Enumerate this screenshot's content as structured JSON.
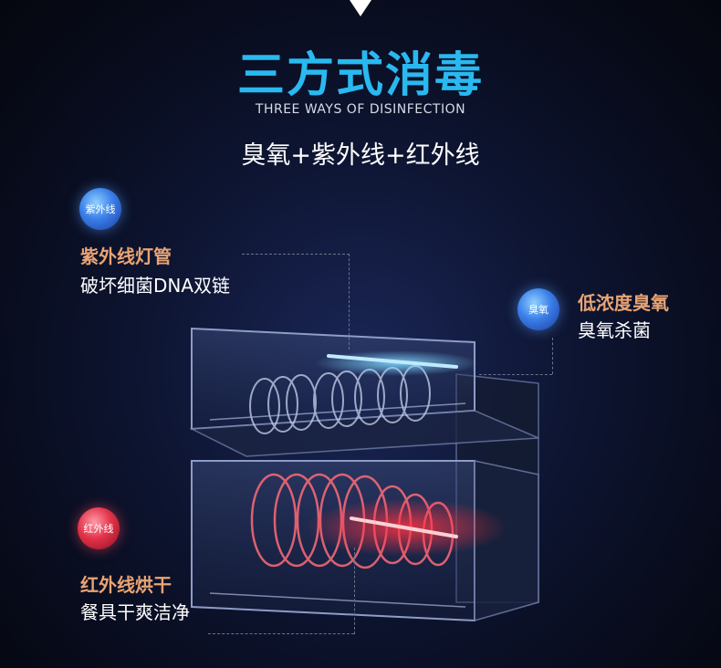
{
  "header": {
    "title": "三方式消毒",
    "subtitle_en": "THREE WAYS OF DISINFECTION",
    "tagline": "臭氧+紫外线+红外线"
  },
  "features": [
    {
      "badge": "紫外线",
      "title": "紫外线灯管",
      "desc": "破坏细菌DNA双链",
      "badge_color": "#3a7ee8"
    },
    {
      "badge": "臭氧",
      "title": "低浓度臭氧",
      "desc": "臭氧杀菌",
      "badge_color": "#3a7ee8"
    },
    {
      "badge": "红外线",
      "title": "红外线烘干",
      "desc": "餐具干爽洁净",
      "badge_color": "#e23349"
    }
  ],
  "colors": {
    "title": "#29b9f0",
    "feature_title": "#e8a474",
    "background": "#0d1430"
  }
}
